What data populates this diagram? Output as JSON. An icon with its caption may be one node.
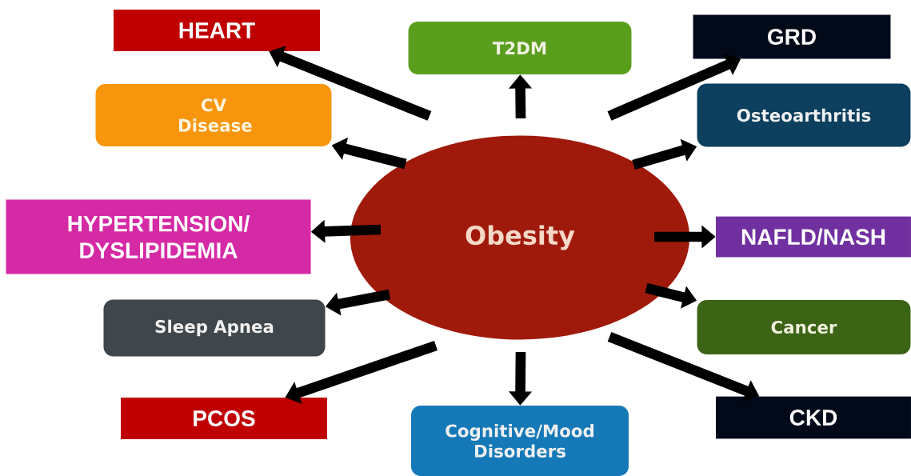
{
  "diagram": {
    "nodes": [
      {
        "text": [
          "Obesity"
        ]
      },
      {
        "text": [
          "HEART"
        ]
      },
      {
        "text": [
          "T2DM"
        ]
      },
      {
        "text": [
          "GRD"
        ]
      },
      {
        "text": [
          "CV Disease"
        ]
      },
      {
        "text": [
          "Osteoarthritis"
        ]
      },
      {
        "text": [
          "HYPERTENSION/ DYSLIPIDEMIA"
        ]
      },
      {
        "text": [
          "NAFLD/NASH"
        ]
      },
      {
        "text": [
          "Sleep Apnea"
        ]
      },
      {
        "text": [
          "Cancer"
        ]
      },
      {
        "text": [
          "PCOS"
        ]
      },
      {
        "text": [
          "Cognitive/Mood Disorders"
        ]
      },
      {
        "text": [
          "CKD"
        ]
      }
    ],
    "edges": [
      {
        "from": 0,
        "to": 1,
        "arrow": "to"
      },
      {
        "from": 0,
        "to": 4,
        "arrow": "to"
      },
      {
        "from": 0,
        "to": 2,
        "arrow": "to"
      },
      {
        "from": 0,
        "to": 3,
        "arrow": "to"
      },
      {
        "from": 0,
        "to": 5,
        "arrow": "to"
      },
      {
        "from": 0,
        "to": 6,
        "arrow": "to"
      },
      {
        "from": 0,
        "to": 7,
        "arrow": "to"
      },
      {
        "from": 0,
        "to": 8,
        "arrow": "to"
      },
      {
        "from": 0,
        "to": 10,
        "arrow": "to"
      },
      {
        "from": 0,
        "to": 11,
        "arrow": "to"
      },
      {
        "from": 0,
        "to": 9,
        "arrow": "to"
      },
      {
        "from": 0,
        "to": 12,
        "arrow": "to"
      }
    ]
  }
}
